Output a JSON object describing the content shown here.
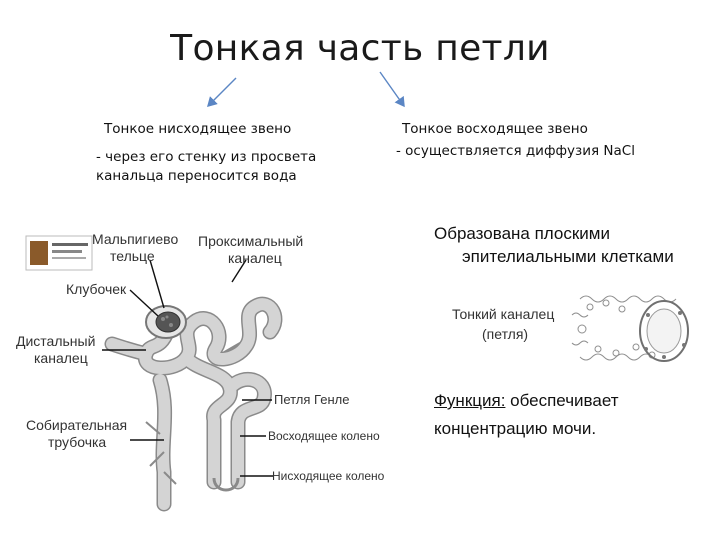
{
  "title": "Тонкая часть петли",
  "left_branch": {
    "heading": "Тонкое нисходящее звено",
    "line1": "- через его стенку из просвета",
    "line2": "канальца переносится вода"
  },
  "right_branch": {
    "heading": "Тонкое восходящее звено",
    "line1": "- осуществляется диффузия NaCl"
  },
  "structure": {
    "line1": "Образована плоскими",
    "line2": "эпителиальными клетками"
  },
  "function": {
    "label": "Функция:",
    "line1_rest": " обеспечивает",
    "line2": "концентрацию мочи."
  },
  "nephron_labels": {
    "malpighian_1": "Мальпигиево",
    "malpighian_2": "тельце",
    "proximal_1": "Проксимальный",
    "proximal_2": "каналец",
    "glomerulus": "Клубочек",
    "distal_1": "Дистальный",
    "distal_2": "каналец",
    "henle": "Петля Генле",
    "collecting_1": "Собирательная",
    "collecting_2": "трубочка",
    "ascending": "Восходящее колено",
    "descending": "Нисходящее колено"
  },
  "micro_labels": {
    "line1": "Тонкий каналец",
    "line2": "(петля)"
  },
  "colors": {
    "arrow": "#5b86c4",
    "tube": "#c9c9c9",
    "tube_edge": "#8a8a8a"
  }
}
